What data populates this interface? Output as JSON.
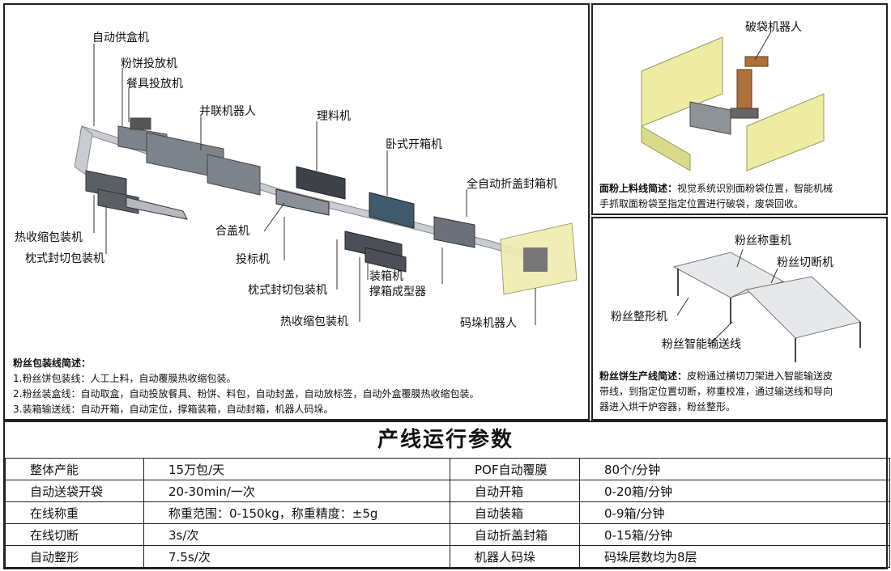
{
  "main": {
    "labels": {
      "auto_box_feeder": "自动供盒机",
      "cake_dropper": "粉饼投放机",
      "cutlery_dropper": "餐具投放机",
      "parallel_robot": "并联机器人",
      "sorting_machine": "理料机",
      "horizontal_case_erector": "卧式开箱机",
      "auto_flap_sealer": "全自动折盖封箱机",
      "shrink_wrapper_left": "热收缩包装机",
      "pillow_wrapper_left": "枕式封切包装机",
      "lid_closer": "合盖机",
      "label_dropper": "投标机",
      "pillow_wrapper_mid": "枕式封切包装机",
      "shrink_wrapper_mid": "热收缩包装机",
      "case_packer": "装箱机",
      "case_former": "撑箱成型器",
      "palletizing_robot": "码垛机器人"
    },
    "desc_title": "粉丝包装线简述：",
    "desc_lines": [
      "1.粉丝饼包装线：人工上料，自动覆膜热收缩包装。",
      "2.粉丝装盒线：自动取盒，自动投放餐具、粉饼、料包，自动封盖，自动放标签，自动外盒覆膜热收缩包装。",
      "3.装箱输送线：自动开箱，自动定位，撑箱装箱，自动封箱，机器人码垛。"
    ]
  },
  "top_right": {
    "label": "破袋机器人",
    "desc_title": "面粉上料线简述：",
    "desc_text_1": "视觉系统识别面粉袋位置，智能机械",
    "desc_text_2": "手抓取面粉袋至指定位置进行破袋，废袋回收。"
  },
  "bottom_right": {
    "labels": {
      "weigher": "粉丝称重机",
      "cutter": "粉丝切断机",
      "shaper": "粉丝整形机",
      "conveyor": "粉丝智能输送线"
    },
    "desc_title": "粉丝饼生产线简述：",
    "desc_text_1": "皮粉通过横切刀架进入智能输送皮",
    "desc_text_2": "带线，到指定位置切断，称重校准，通过输送线和导向",
    "desc_text_3": "器进入烘干炉容器，粉丝整形。"
  },
  "table": {
    "title": "产线运行参数",
    "rows": [
      [
        "整体产能",
        "15万包/天",
        "POF自动覆膜",
        "80个/分钟"
      ],
      [
        "自动送袋开袋",
        "20-30min/一次",
        "自动开箱",
        "0-20箱/分钟"
      ],
      [
        "在线称重",
        "称重范围：0-150kg，称重精度：±5g",
        "自动装箱",
        "0-9箱/分钟"
      ],
      [
        "在线切断",
        "3s/次",
        "自动折盖封箱",
        "0-15箱/分钟"
      ],
      [
        "自动整形",
        "7.5s/次",
        "机器人码垛",
        "码垛层数均为8层"
      ]
    ]
  },
  "colors": {
    "border": "#222222",
    "fence": "#e8e48a",
    "machine": "#6b7078"
  }
}
